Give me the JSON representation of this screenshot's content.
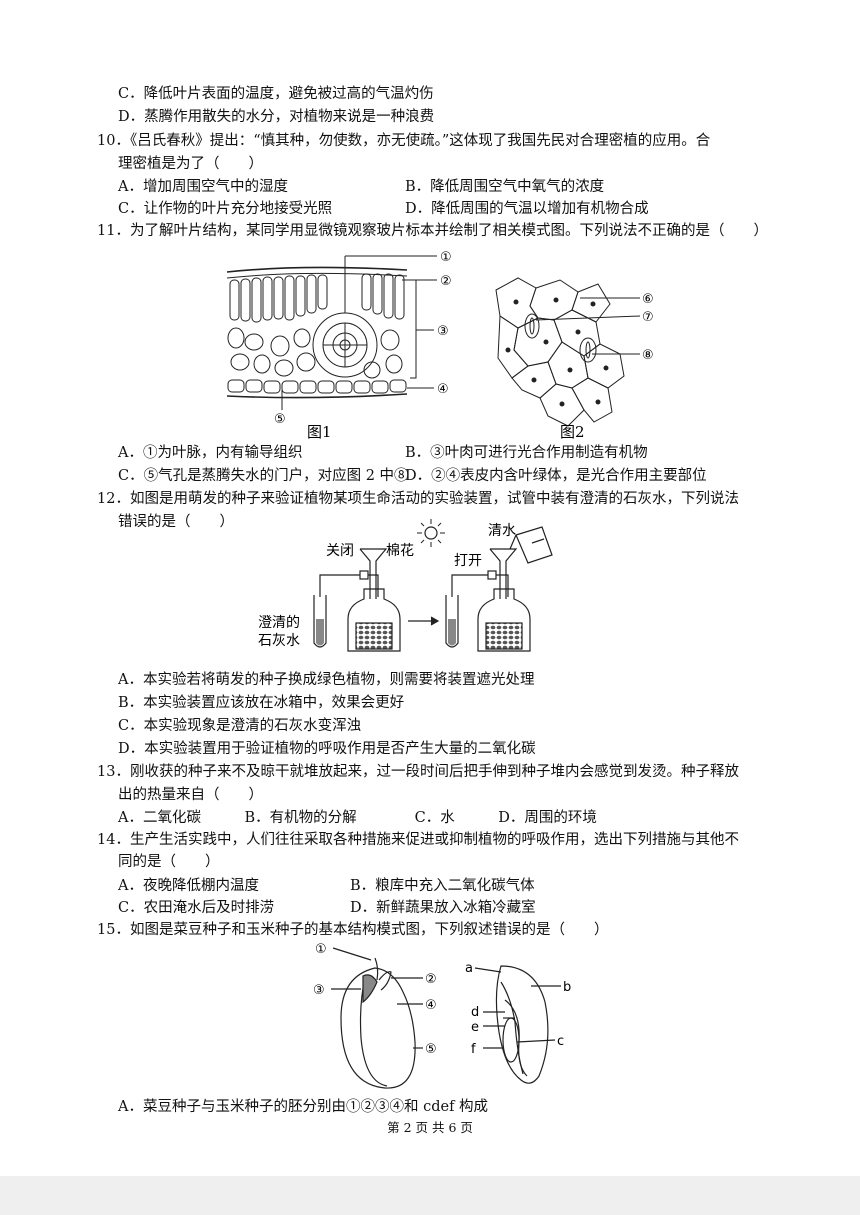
{
  "q9": {
    "optC": "C．降低叶片表面的温度，避免被过高的气温灼伤",
    "optD": "D．蒸腾作用散失的水分，对植物来说是一种浪费"
  },
  "q10": {
    "stem1": "10．《吕氏春秋》提出：“慎其种，勿使数，亦无使疏。”这体现了我国先民对合理密植的应用。合",
    "stem2": "理密植是为了（　　）",
    "optA": "A．增加周围空气中的湿度",
    "optB": "B．降低周围空气中氧气的浓度",
    "optC": "C．让作物的叶片充分地接受光照",
    "optD": "D．降低周围的气温以增加有机物合成"
  },
  "q11": {
    "stem": "11．为了解叶片结构，某同学用显微镜观察玻片标本并绘制了相关模式图。下列说法不正确的是（　　）",
    "labels": [
      "①",
      "②",
      "③",
      "④",
      "⑤",
      "⑥",
      "⑦",
      "⑧"
    ],
    "fig1": "图1",
    "fig2": "图2",
    "optA": "A．①为叶脉，内有输导组织",
    "optB": "B．③叶肉可进行光合作用制造有机物",
    "optC": "C．⑤气孔是蒸腾失水的门户，对应图 2 中⑧",
    "optD": "D．②④表皮内含叶绿体，是光合作用主要部位"
  },
  "q12": {
    "stem1": "12．如图是用萌发的种子来验证植物某项生命活动的实验装置，试管中装有澄清的石灰水，下列说法",
    "stem2": "错误的是（　　）",
    "lbl_closed": "关闭",
    "lbl_cotton": "棉花",
    "lbl_open": "打开",
    "lbl_water": "清水",
    "lbl_lime1": "澄清的",
    "lbl_lime2": "石灰水",
    "optA": "A．本实验若将萌发的种子换成绿色植物，则需要将装置遮光处理",
    "optB": "B．本实验装置应该放在冰箱中，效果会更好",
    "optC": "C．本实验现象是澄清的石灰水变浑浊",
    "optD": "D．本实验装置用于验证植物的呼吸作用是否产生大量的二氧化碳"
  },
  "q13": {
    "stem1": "13．刚收获的种子来不及晾干就堆放起来，过一段时间后把手伸到种子堆内会感觉到发烫。种子释放",
    "stem2": "出的热量来自（　　）",
    "opts": "A．二氧化碳　　　B．有机物的分解　　　　C．水　　　D．周围的环境"
  },
  "q14": {
    "stem1": "14．生产生活实践中，人们往往采取各种措施来促进或抑制植物的呼吸作用，选出下列措施与其他不",
    "stem2": "同的是（　　）",
    "optA": "A．夜晚降低棚内温度",
    "optB": "B．粮库中充入二氧化碳气体",
    "optC": "C．农田淹水后及时排涝",
    "optD": "D．新鲜蔬果放入冰箱冷藏室"
  },
  "q15": {
    "stem": "15．如图是菜豆种子和玉米种子的基本结构模式图，下列叙述错误的是（　　）",
    "bean_labels": [
      "①",
      "②",
      "③",
      "④",
      "⑤"
    ],
    "corn_labels": [
      "a",
      "b",
      "c",
      "d",
      "e",
      "f"
    ],
    "optA": "A．菜豆种子与玉米种子的胚分别由①②③④和 cdef 构成"
  },
  "footer": "第 2 页 共 6 页"
}
